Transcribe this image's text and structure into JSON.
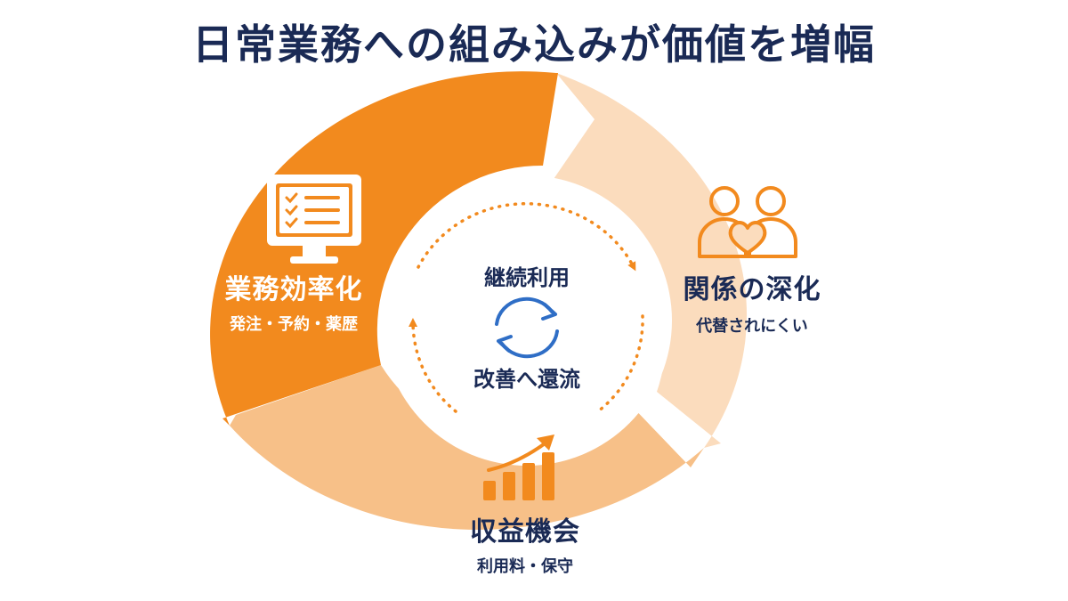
{
  "title": "日常業務への組み込みが価値を増幅",
  "segments": {
    "efficiency": {
      "title": "業務効率化",
      "subtitle": "発注・予約・薬歴",
      "icon": "monitor-checklist-icon",
      "color": "#f28a1e"
    },
    "relationship": {
      "title": "関係の深化",
      "subtitle": "代替されにくい",
      "icon": "people-heart-icon",
      "color": "#fbdcbd"
    },
    "revenue": {
      "title": "収益機会",
      "subtitle": "利用料・保守",
      "icon": "bar-chart-growth-icon",
      "color": "#f7c088"
    }
  },
  "center": {
    "top_label": "継続利用",
    "bottom_label": "改善へ還流",
    "icon": "refresh-cycle-icon"
  },
  "colors": {
    "title": "#1a2a55",
    "accent_orange": "#f28a1e",
    "dark_text": "#1a2a55",
    "cycle_blue": "#2f6ec6",
    "white": "#ffffff"
  }
}
